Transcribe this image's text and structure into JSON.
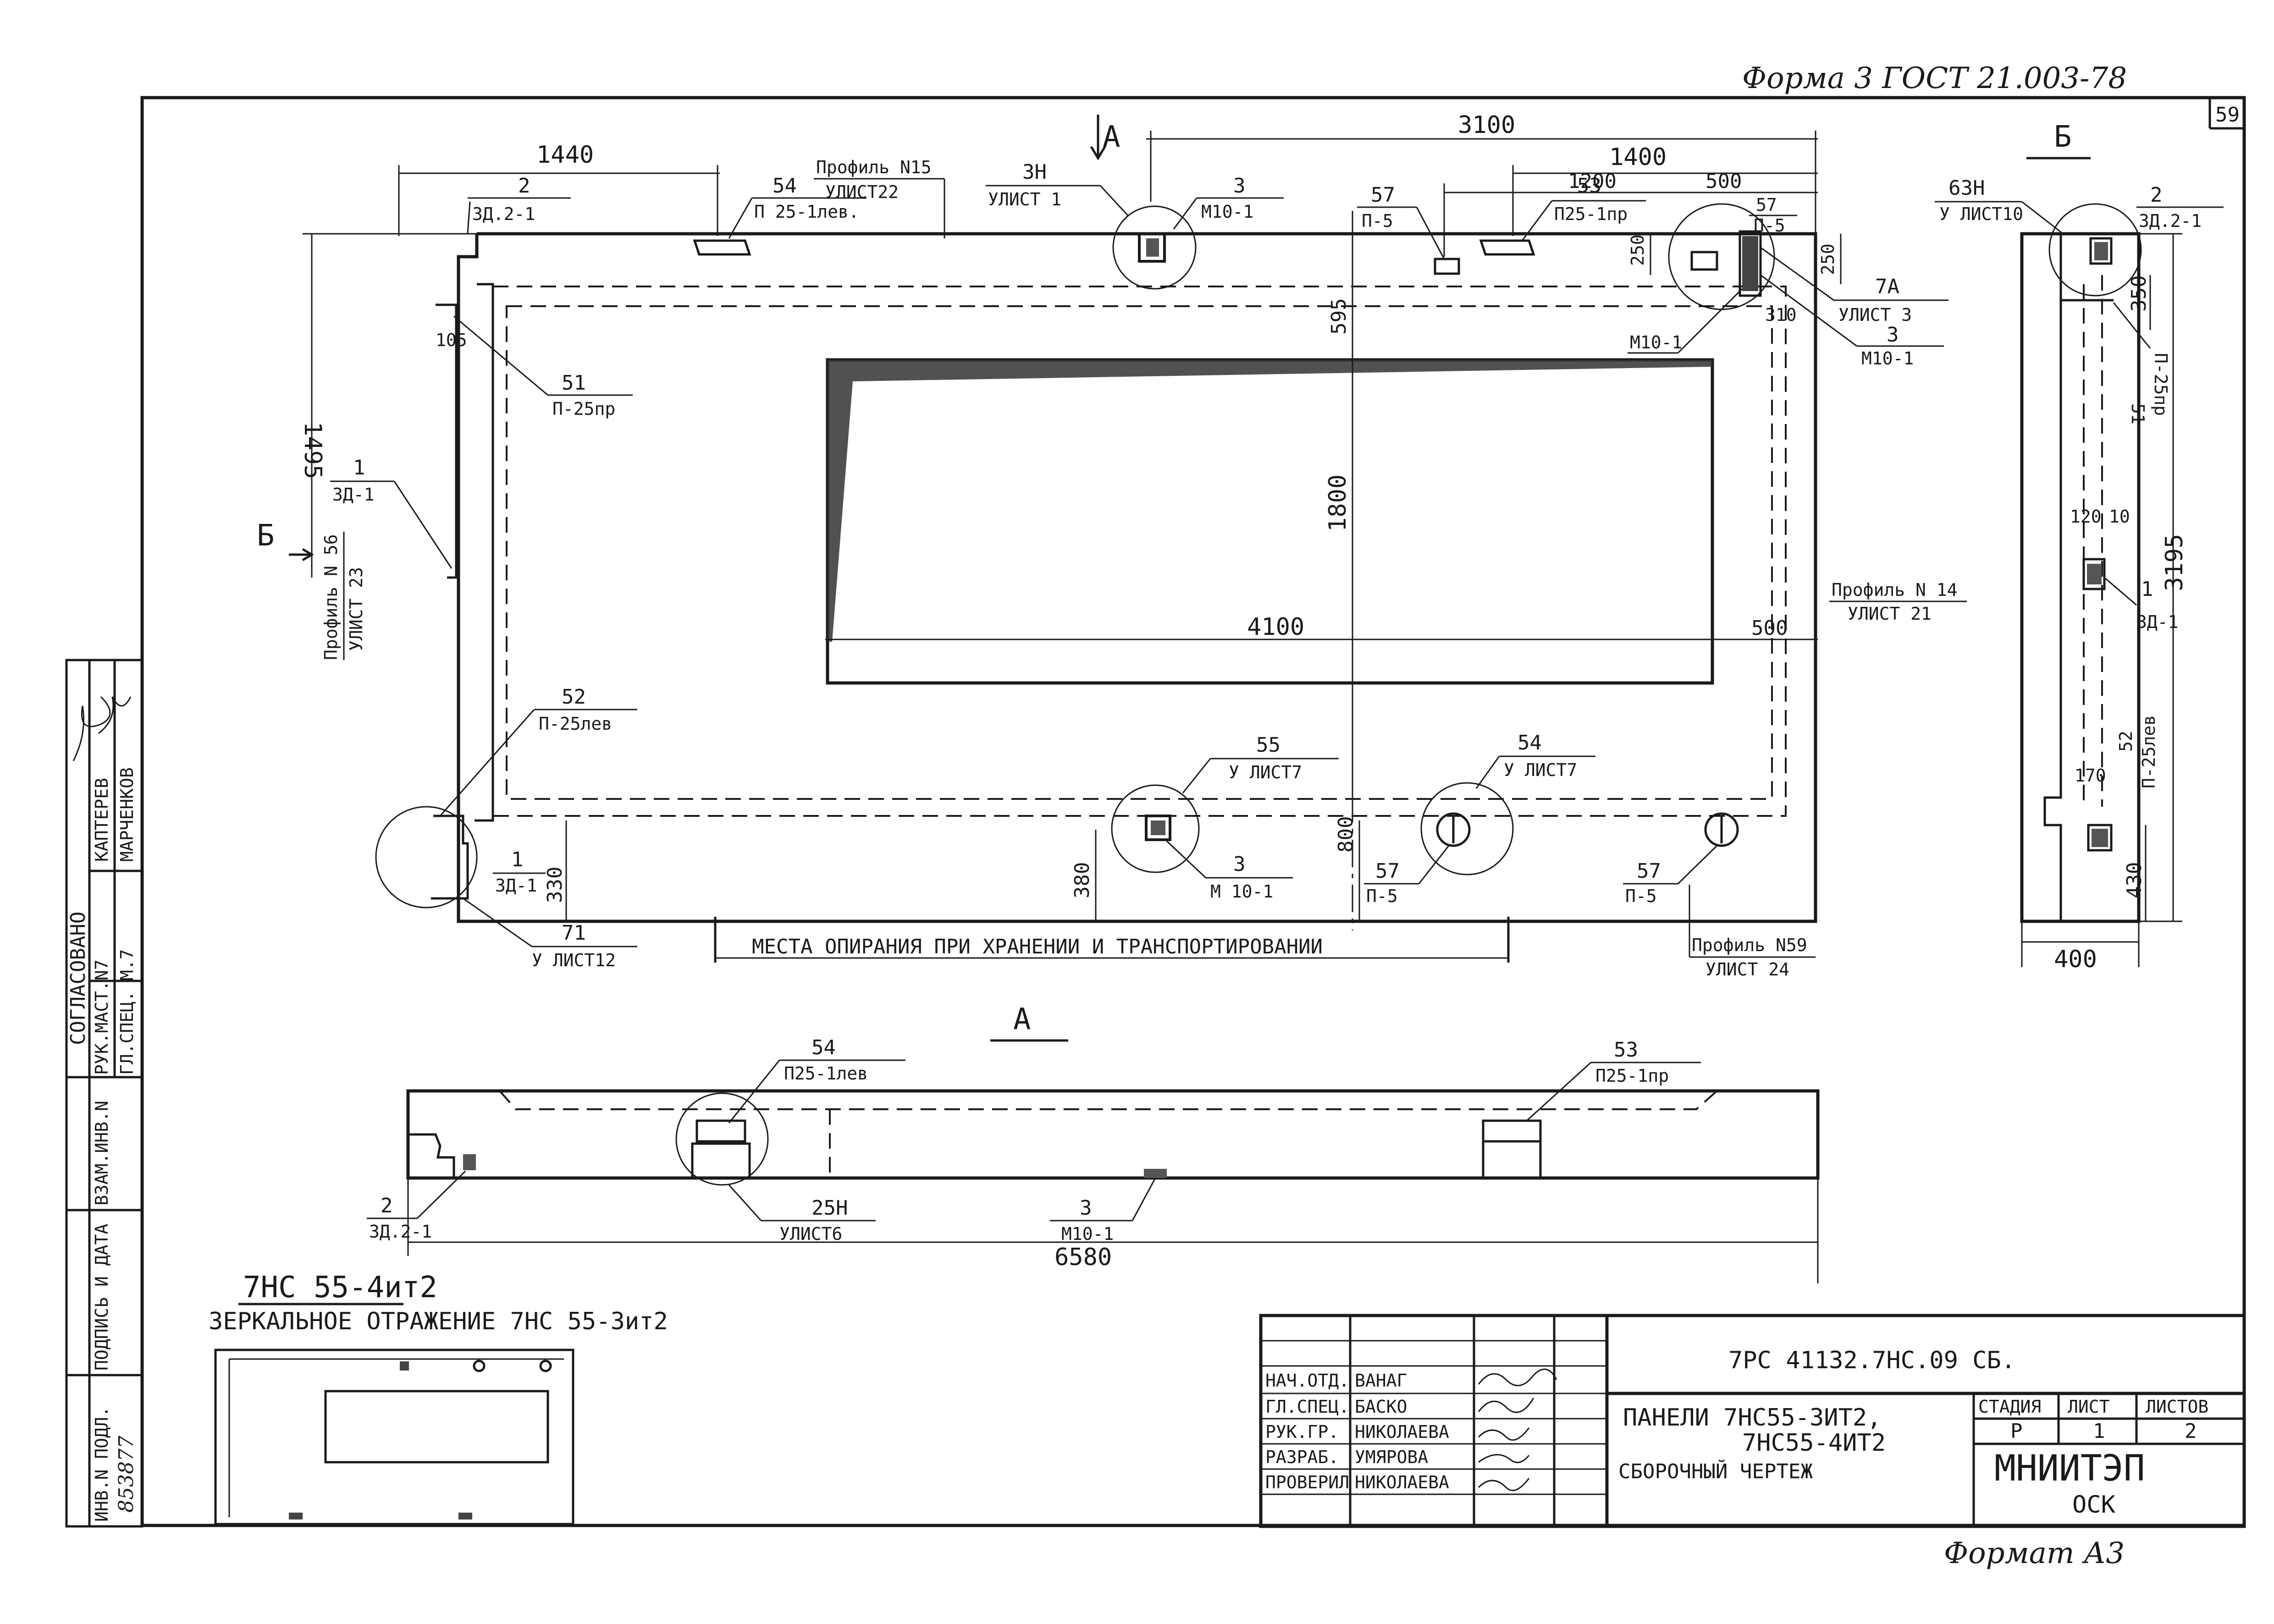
{
  "form_header": "Форма 3  ГОСТ 21.003-78",
  "sheet_corner_number": "59",
  "format_footer": "Формат А3",
  "views": {
    "section_a_arrow": "А",
    "section_b_arrow": "Б",
    "view_b_title": "Б",
    "view_a_title": "А"
  },
  "dimensions": {
    "d1440": "1440",
    "d3100": "3100",
    "d1400": "1400",
    "d1200": "1200",
    "d500_top": "500",
    "d250_left": "250",
    "d250_right": "250",
    "d310": "310",
    "d595": "595",
    "d1495": "1495",
    "d105": "105",
    "d1800": "1800",
    "d4100": "4100",
    "d500_right": "500",
    "d330": "330",
    "d380": "380",
    "d800": "800",
    "d6580": "6580",
    "d350": "350",
    "d120": "120",
    "d10": "10",
    "d3195": "3195",
    "d170": "170",
    "d430": "430",
    "d400": "400"
  },
  "callouts": {
    "c2_top": {
      "num": "2",
      "ref": "ЗД.2-1"
    },
    "c54_top": {
      "num": "54",
      "ref": "П 25-1лев."
    },
    "profile15": {
      "num": "Профиль N15",
      "ref": "УЛИСТ22"
    },
    "c3h": {
      "num": "3Н",
      "ref": "УЛИСТ 1"
    },
    "c3_top": {
      "num": "3",
      "ref": "М10-1"
    },
    "c57_top": {
      "num": "57",
      "ref": "П-5"
    },
    "c53_top": {
      "num": "53",
      "ref": "П25-1пр"
    },
    "c57_top2": {
      "num": "57",
      "ref": "П-5"
    },
    "c7a": {
      "num": "7А",
      "ref": "УЛИСТ 3"
    },
    "c3_right": {
      "num": "3",
      "ref": "М10-1"
    },
    "m10_left": "М10-1",
    "c51": {
      "num": "51",
      "ref": "П-25пр"
    },
    "c1_left": {
      "num": "1",
      "ref": "ЗД-1"
    },
    "profile56": {
      "num": "Профиль N 56",
      "ref": "УЛИСТ 23"
    },
    "profile14": {
      "num": "Профиль N 14",
      "ref": "УЛИСТ 21"
    },
    "c52": {
      "num": "52",
      "ref": "П-25лев"
    },
    "c55": {
      "num": "55",
      "ref": "У ЛИСТ7"
    },
    "c54_bot": {
      "num": "54",
      "ref": "У ЛИСТ7"
    },
    "c1_bot": {
      "num": "1",
      "ref": "ЗД-1"
    },
    "c3_bot": {
      "num": "3",
      "ref": "М 10-1"
    },
    "c57_bot1": {
      "num": "57",
      "ref": "П-5"
    },
    "c57_bot2": {
      "num": "57",
      "ref": "П-5"
    },
    "c71": {
      "num": "71",
      "ref": "У ЛИСТ12"
    },
    "profile59": {
      "num": "Профиль N59",
      "ref": "УЛИСТ 24"
    },
    "support_note": "МЕСТА ОПИРАНИЯ ПРИ ХРАНЕНИИ И ТРАНСПОРТИРОВАНИИ",
    "c63h": {
      "num": "63Н",
      "ref": "У ЛИСТ10"
    },
    "c2_b": {
      "num": "2",
      "ref": "ЗД.2-1"
    },
    "c51_b": {
      "num": "51",
      "ref": "П-25пр"
    },
    "c1_b": {
      "num": "1",
      "ref": "ЗД-1"
    },
    "c52_b": {
      "num": "52",
      "ref": "П-25лев"
    },
    "c54_a": {
      "num": "54",
      "ref": "П25-1лев"
    },
    "c53_a": {
      "num": "53",
      "ref": "П25-1пр"
    },
    "c2_a": {
      "num": "2",
      "ref": "ЗД.2-1"
    },
    "c25h": {
      "num": "25Н",
      "ref": "УЛИСТ6"
    },
    "c3_a": {
      "num": "3",
      "ref": "М10-1"
    }
  },
  "mirror_note": {
    "title": "7НС 55-4ит2",
    "subtitle": "ЗЕРКАЛЬНОЕ ОТРАЖЕНИЕ 7НС 55-3ит2"
  },
  "left_stamp": {
    "agreed": "СОГЛАСОВАНО",
    "row1_role": "РУК.МАСТ.N7",
    "row1_name": "КАПТЕРЕВ",
    "row2_role": "ГЛ.СПЕЦ. М.7",
    "row2_name": "МАРЧЕНКОВ",
    "inv_replace": "ВЗАМ.ИНВ.N",
    "sign_date": "ПОДПИСЬ И ДАТА",
    "inv_orig": "ИНВ.N ПОДЛ.",
    "inv_number": "853877"
  },
  "title_block": {
    "doc_code": "7РС 41132.7НС.09 СБ.",
    "title_line1": "ПАНЕЛИ 7НС55-3ИТ2,",
    "title_line2": "7НС55-4ИТ2",
    "title_line3": "СБОРОЧНЫЙ ЧЕРТЕЖ",
    "stage_label": "СТАДИЯ",
    "sheet_label": "ЛИСТ",
    "sheets_label": "ЛИСТОВ",
    "stage_value": "Р",
    "sheet_value": "1",
    "sheets_value": "2",
    "org_name": "МНИИТЭП",
    "org_sub": "ОСК",
    "people": [
      {
        "role": "НАЧ.ОТД.",
        "name": "ВАНАГ"
      },
      {
        "role": "ГЛ.СПЕЦ.",
        "name": "БАСКО"
      },
      {
        "role": "РУК.ГР.",
        "name": "НИКОЛАЕВА"
      },
      {
        "role": "РАЗРАБ.",
        "name": "УМЯРОВА"
      },
      {
        "role": "ПРОВЕРИЛ",
        "name": "НИКОЛАЕВА"
      }
    ]
  }
}
